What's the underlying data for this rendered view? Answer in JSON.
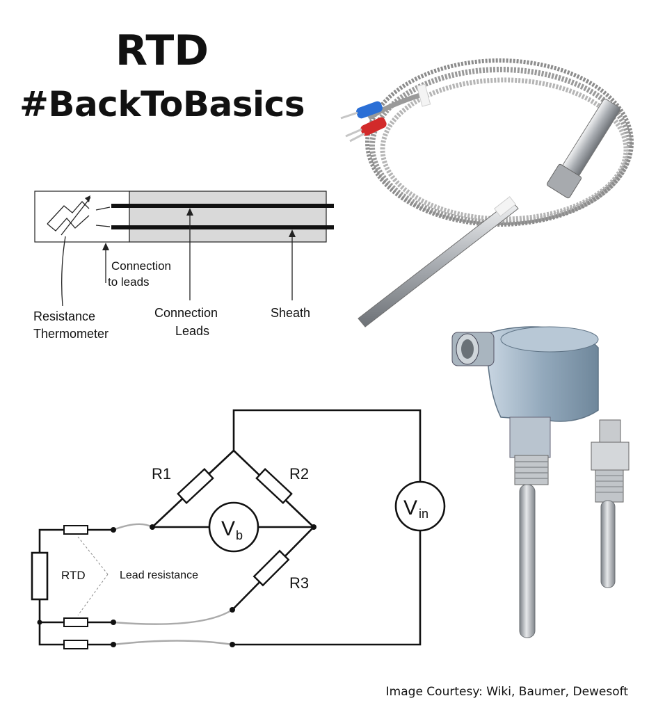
{
  "title": "RTD",
  "subtitle": "#BackToBasics",
  "diagram": {
    "connection_to_leads_line1": "Connection",
    "connection_to_leads_line2": "to leads",
    "resistance_thermometer_line1": "Resistance",
    "resistance_thermometer_line2": "Thermometer",
    "connection_leads_line1": "Connection",
    "connection_leads_line2": "Leads",
    "sheath": "Sheath"
  },
  "circuit": {
    "r1": "R1",
    "r2": "R2",
    "r3": "R3",
    "vb_main": "V",
    "vb_sub": "b",
    "vin_main": "V",
    "vin_sub": "in",
    "rtd": "RTD",
    "lead_resistance": "Lead resistance"
  },
  "courtesy": "Image Courtesy:  Wiki, Baumer, Dewesoft",
  "colors": {
    "sheath": "#d9d9d9",
    "wire": "#111111",
    "lead_wire": "#aaaaaa",
    "probe_metal": "#b8bcc0",
    "head_blue": "#9fb4c6",
    "connector_blue": "#2b6fd6",
    "connector_red": "#d22a2a"
  }
}
